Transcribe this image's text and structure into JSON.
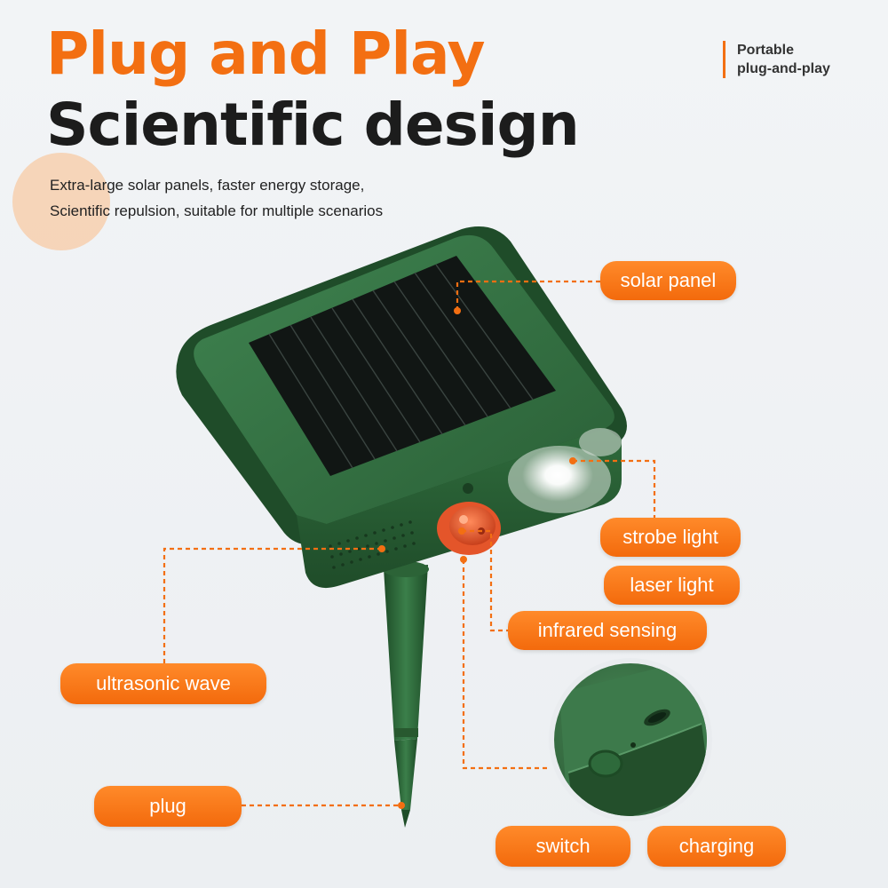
{
  "header": {
    "title_line1": "Plug and Play",
    "title_line2": "Scientific design",
    "description_line1": "Extra-large solar panels, faster energy storage,",
    "description_line2": "Scientific repulsion, suitable for multiple scenarios",
    "side_note_line1": "Portable",
    "side_note_line2": "plug-and-play"
  },
  "labels": {
    "solar_panel": "solar panel",
    "strobe_light": "strobe light",
    "laser_light": "laser light",
    "infrared_sensing": "infrared sensing",
    "ultrasonic_wave": "ultrasonic wave",
    "plug": "plug",
    "switch": "switch",
    "charging": "charging"
  },
  "colors": {
    "accent": "#f36f12",
    "title_dark": "#1c1c1c",
    "device_green": "#2f6b3c"
  }
}
